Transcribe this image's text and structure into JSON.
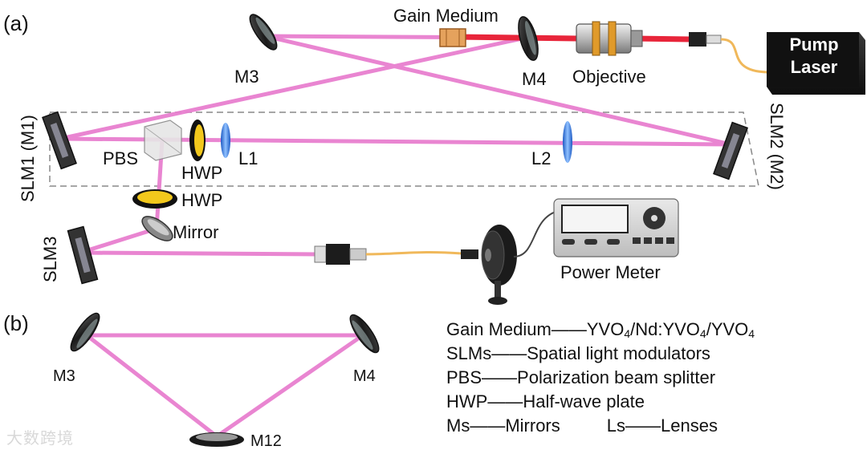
{
  "panel_a_tag": "(a)",
  "panel_b_tag": "(b)",
  "labels": {
    "gain_medium": "Gain Medium",
    "m3": "M3",
    "m4": "M4",
    "objective": "Objective",
    "pump_laser_line1": "Pump",
    "pump_laser_line2": "Laser",
    "slm1": "SLM1 (M1)",
    "slm2": "SLM2 (M2)",
    "slm3": "SLM3",
    "pbs": "PBS",
    "hwp1": "HWP",
    "hwp2": "HWP",
    "l1": "L1",
    "l2": "L2",
    "mirror": "Mirror",
    "power_meter": "Power Meter",
    "b_m3": "M3",
    "b_m4": "M4",
    "b_m12": "M12"
  },
  "legend": {
    "gain_medium_term": "Gain Medium",
    "gain_medium_dash": "——",
    "gain_medium_def": [
      "YVO",
      "4",
      "/Nd:YVO",
      "4",
      "/YVO",
      "4"
    ],
    "slms_term": "SLMs",
    "slms_dash": "——",
    "slms_def": "Spatial light modulators",
    "pbs_term": "PBS",
    "pbs_dash": "——",
    "pbs_def": "Polarization beam splitter",
    "hwp_term": "HWP",
    "hwp_dash": "——",
    "hwp_def": "Half-wave plate",
    "ms_term": "Ms",
    "ms_dash": "——",
    "ms_def": "Mirrors",
    "ls_term": "Ls",
    "ls_dash": "——",
    "ls_def": "Lenses"
  },
  "watermark": "大数跨境",
  "colors": {
    "beam": "#e87fcf",
    "pump_beam": "#e8253a",
    "mirror_dark": "#222222",
    "lens_blue": "#3a7be0",
    "hwp_yellow": "#f2c81c",
    "fiber": "#f0b85a"
  }
}
